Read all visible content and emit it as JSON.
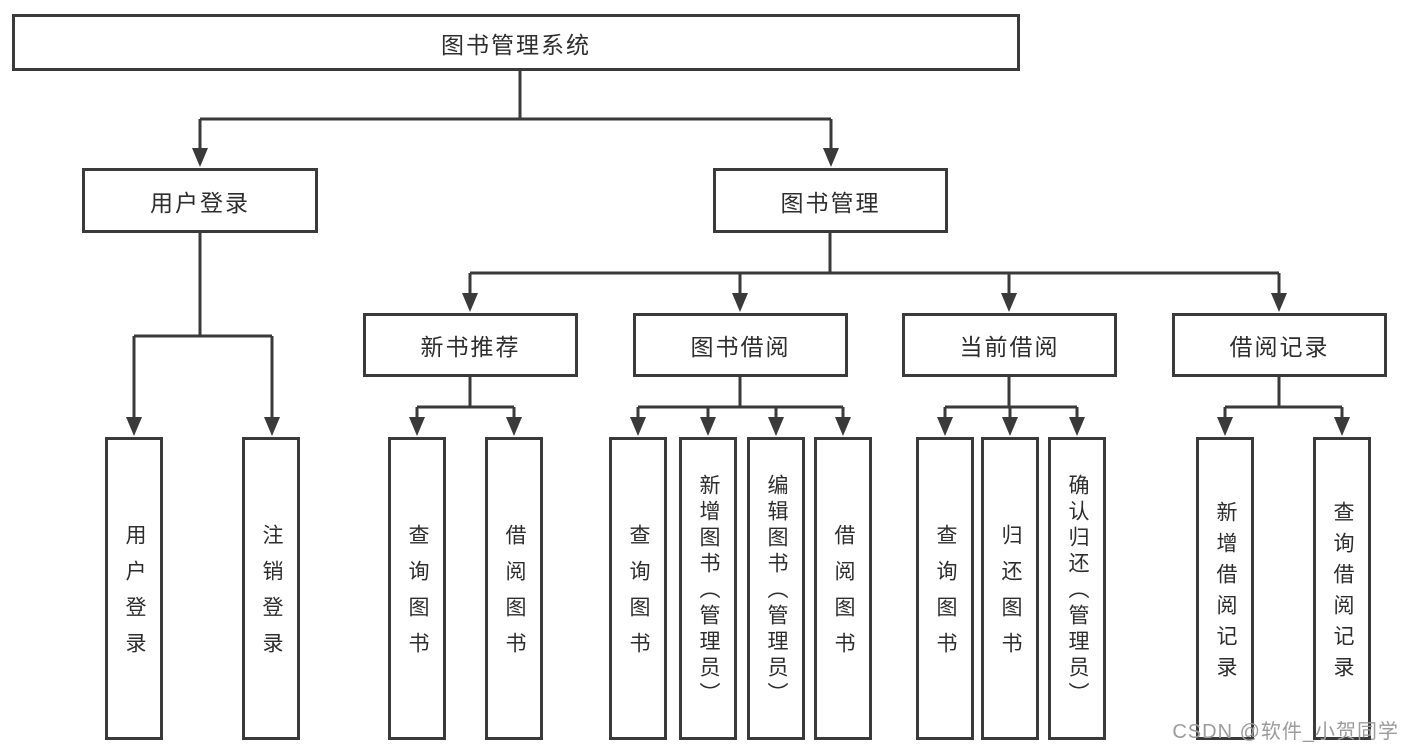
{
  "diagram": {
    "root": {
      "label": "图书管理系统"
    },
    "level1": [
      {
        "id": "user-login",
        "label": "用户登录"
      },
      {
        "id": "book-management",
        "label": "图书管理"
      }
    ],
    "level2": [
      {
        "id": "new-book-recommend",
        "label": "新书推荐",
        "parent": "图书管理"
      },
      {
        "id": "book-borrow",
        "label": "图书借阅",
        "parent": "图书管理"
      },
      {
        "id": "current-borrow",
        "label": "当前借阅",
        "parent": "图书管理"
      },
      {
        "id": "borrow-records",
        "label": "借阅记录",
        "parent": "图书管理"
      }
    ],
    "leaves": [
      {
        "label": "用户登录",
        "parent": "用户登录"
      },
      {
        "label": "注销登录",
        "parent": "用户登录"
      },
      {
        "label": "查询图书",
        "parent": "新书推荐"
      },
      {
        "label": "借阅图书",
        "parent": "新书推荐"
      },
      {
        "label": "查询图书",
        "parent": "图书借阅"
      },
      {
        "label": "新增图书（管理员）",
        "parent": "图书借阅"
      },
      {
        "label": "编辑图书（管理员）",
        "parent": "图书借阅"
      },
      {
        "label": "借阅图书",
        "parent": "图书借阅"
      },
      {
        "label": "查询图书",
        "parent": "当前借阅"
      },
      {
        "label": "归还图书",
        "parent": "当前借阅"
      },
      {
        "label": "确认归还（管理员）",
        "parent": "当前借阅"
      },
      {
        "label": "新增借阅记录",
        "parent": "借阅记录"
      },
      {
        "label": "查询借阅记录",
        "parent": "借阅记录"
      }
    ]
  },
  "watermark": {
    "text": "CSDN @软件_小贺同学"
  },
  "colors": {
    "line": "#3a3a3a",
    "box_border": "#3a3a3a",
    "text": "#2d2d2d",
    "background": "#ffffff",
    "watermark": "#9c9c9c"
  }
}
